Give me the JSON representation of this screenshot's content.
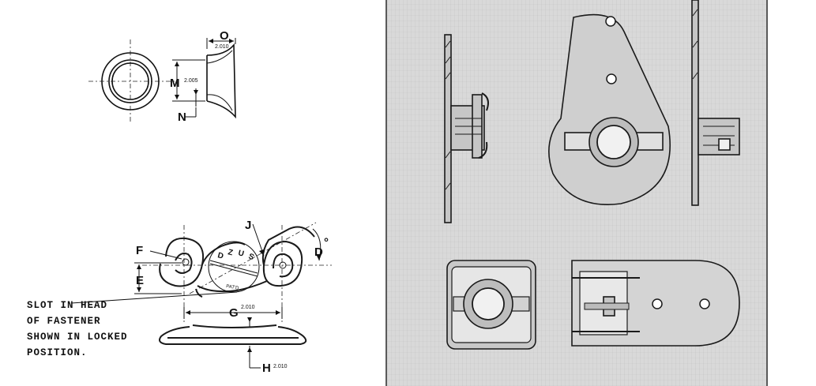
{
  "labels": {
    "O": "O",
    "O_dim": "2.010",
    "M": "M",
    "M_dim": "2.005",
    "N": "N",
    "F": "F",
    "E": "E",
    "J": "J",
    "D": "D",
    "D_mark": "°",
    "G": "G",
    "G_dim": "2.010",
    "H": "H",
    "H_dim": "2.010"
  },
  "fastener_text": {
    "D": "D",
    "Z": "Z",
    "U": "U",
    "S": "S",
    "pat": "PAT'D"
  },
  "caption": {
    "line1": "SLOT IN HEAD",
    "line2": "OF FASTENER",
    "line3": "SHOWN IN LOCKED",
    "line4": "POSITION."
  }
}
